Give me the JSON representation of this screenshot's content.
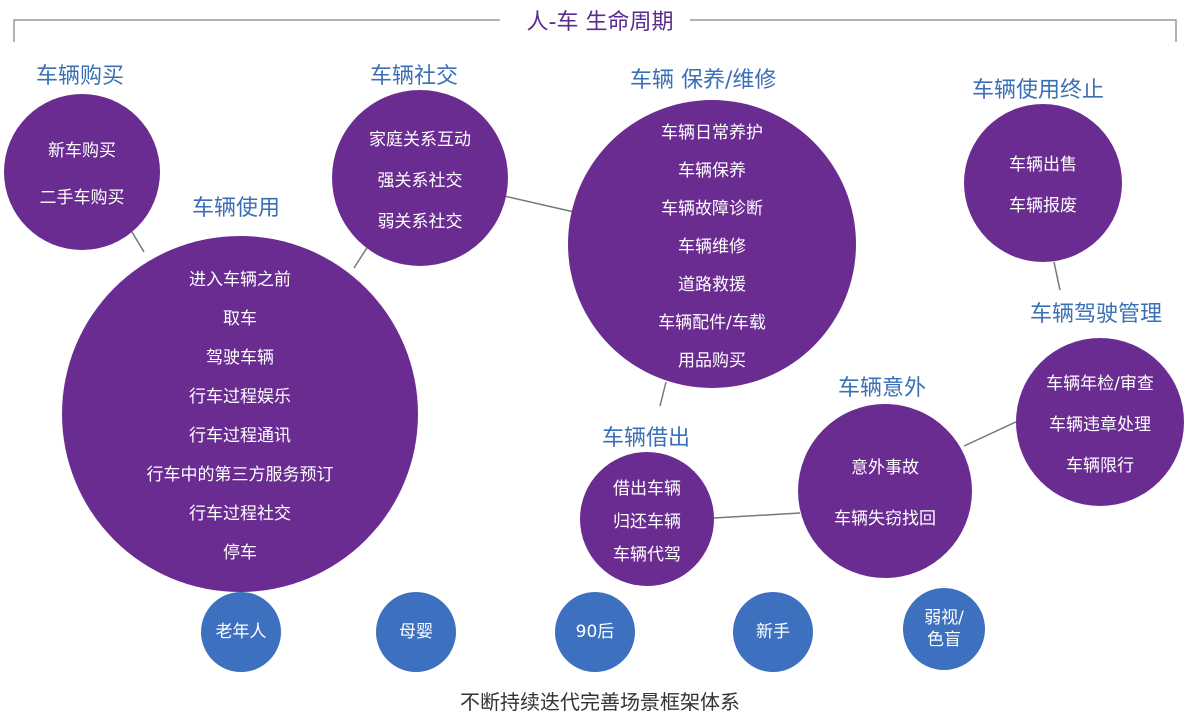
{
  "title": "人-车 生命周期",
  "footer": "不断持续迭代完善场景框架体系",
  "colors": {
    "purple": "#6a2c91",
    "blue": "#3d70be",
    "label": "#3b6fb6",
    "title": "#5a2a8c"
  },
  "groups": {
    "purchase": {
      "label": "车辆购买",
      "items": [
        "新车购买",
        "二手车购买"
      ]
    },
    "social": {
      "label": "车辆社交",
      "items": [
        "家庭关系互动",
        "强关系社交",
        "弱关系社交"
      ]
    },
    "usage": {
      "label": "车辆使用",
      "items": [
        "进入车辆之前",
        "取车",
        "驾驶车辆",
        "行车过程娱乐",
        "行车过程通讯",
        "行车中的第三方服务预订",
        "行车过程社交",
        "停车"
      ]
    },
    "maintenance": {
      "label": "车辆 保养/维修",
      "items": [
        "车辆日常养护",
        "车辆保养",
        "车辆故障诊断",
        "车辆维修",
        "道路救援",
        "车辆配件/车载",
        "用品购买"
      ]
    },
    "end": {
      "label": "车辆使用终止",
      "items": [
        "车辆出售",
        "车辆报废"
      ]
    },
    "driving": {
      "label": "车辆驾驶管理",
      "items": [
        "车辆年检/审查",
        "车辆违章处理",
        "车辆限行"
      ]
    },
    "accident": {
      "label": "车辆意外",
      "items": [
        "意外事故",
        "车辆失窃找回"
      ]
    },
    "lending": {
      "label": "车辆借出",
      "items": [
        "借出车辆",
        "归还车辆",
        "车辆代驾"
      ]
    }
  },
  "user_groups": [
    "老年人",
    "母婴",
    "90后",
    "新手",
    "弱视/色盲"
  ]
}
